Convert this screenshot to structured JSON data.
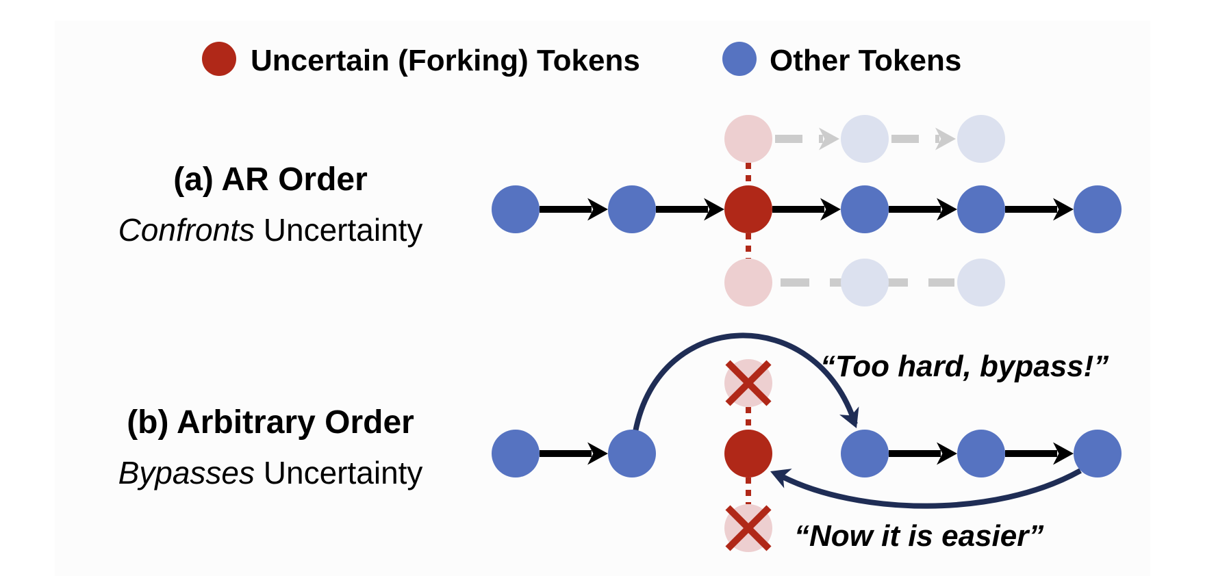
{
  "legend": [
    {
      "label": "Uncertain (Forking) Tokens",
      "color": "#b02818",
      "icon": "red-dot-icon"
    },
    {
      "label": "Other Tokens",
      "color": "#5673c1",
      "icon": "blue-dot-icon"
    }
  ],
  "colors": {
    "forking": "#b02818",
    "other": "#5673c1",
    "forking_ghost": "#edcfd0",
    "other_ghost": "#dce1ef",
    "ghost_arrow": "#cccccc",
    "arrow": "#000000",
    "jump_arrow": "#1f2d55"
  },
  "panels": [
    {
      "id": "a",
      "title": "(a) AR Order",
      "subtitle_italic": "Confronts",
      "subtitle_rest": " Uncertainty",
      "tokens": [
        "other",
        "other",
        "forking",
        "other",
        "other",
        "other"
      ],
      "alternatives": {
        "top": [
          "forking",
          "other",
          "other"
        ],
        "bottom": [
          "forking",
          "other",
          "other"
        ]
      }
    },
    {
      "id": "b",
      "title": "(b) Arbitrary Order",
      "subtitle_italic": "Bypasses",
      "subtitle_rest": " Uncertainty",
      "tokens": [
        "other",
        "other",
        "forking",
        "other",
        "other",
        "other"
      ],
      "rejected_alternatives": [
        "top",
        "bottom"
      ],
      "annotations": {
        "bypass": "“Too hard, bypass!”",
        "return": "“Now it is easier”"
      }
    }
  ]
}
